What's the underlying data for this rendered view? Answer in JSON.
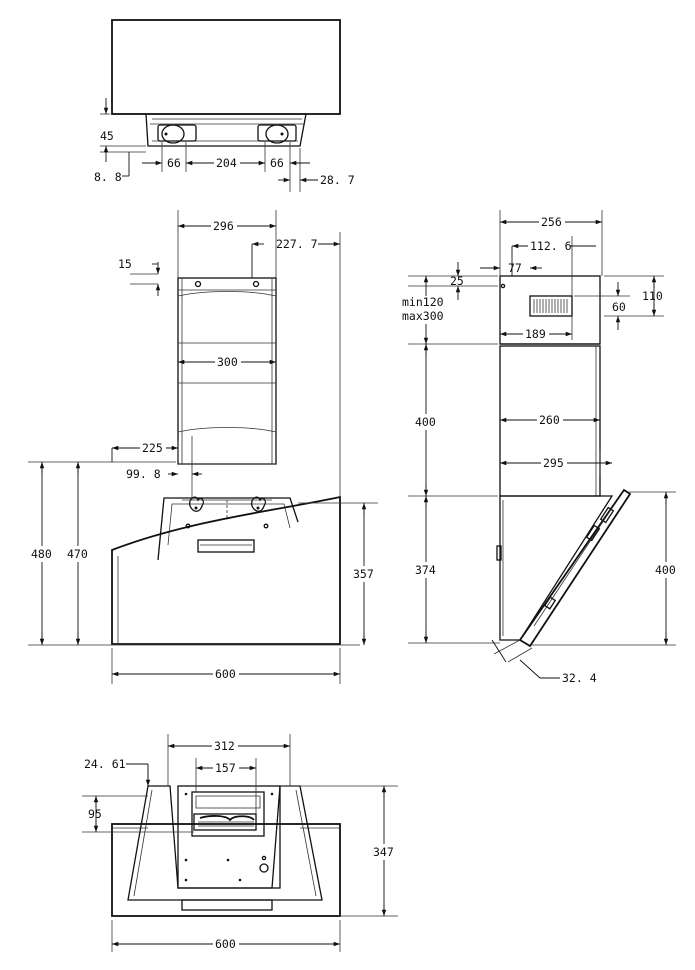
{
  "views": {
    "top": {
      "dims": {
        "d45": "45",
        "d8_8": "8. 8",
        "d66_left": "66",
        "d204": "204",
        "d66_right": "66",
        "d28_7": "28. 7"
      }
    },
    "front": {
      "dims": {
        "d296": "296",
        "d227_7": "227. 7",
        "d15": "15",
        "d300": "300",
        "d225": "225",
        "d99_8": "99. 8",
        "d480": "480",
        "d470": "470",
        "d357": "357",
        "d600": "600"
      }
    },
    "side": {
      "dims": {
        "d256": "256",
        "d112_6": "112. 6",
        "d77": "77",
        "d25": "25",
        "d110": "110",
        "d60": "60",
        "min120": "min120",
        "max300": "max300",
        "d189": "189",
        "d400_upper": "400",
        "d260": "260",
        "d295": "295",
        "d374": "374",
        "d400_right": "400",
        "d32_4": "32. 4"
      }
    },
    "bottom": {
      "dims": {
        "d312": "312",
        "d24_61": "24. 61",
        "d157": "157",
        "d95": "95",
        "d347": "347",
        "d600": "600"
      }
    }
  }
}
